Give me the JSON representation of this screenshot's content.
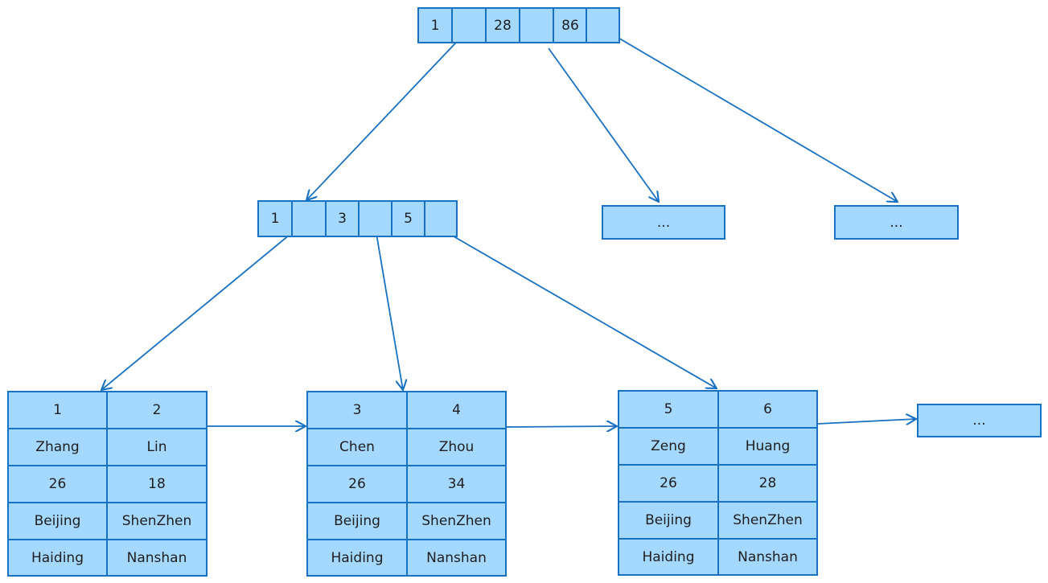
{
  "root": {
    "keys": [
      "1",
      "28",
      "86"
    ]
  },
  "inner": {
    "keys": [
      "1",
      "3",
      "5"
    ]
  },
  "placeholders": {
    "mid1": "...",
    "mid2": "...",
    "leaf_next": "..."
  },
  "leaves": [
    {
      "rows": [
        [
          "1",
          "2"
        ],
        [
          "Zhang",
          "Lin"
        ],
        [
          "26",
          "18"
        ],
        [
          "Beijing",
          "ShenZhen"
        ],
        [
          "Haiding",
          "Nanshan"
        ]
      ]
    },
    {
      "rows": [
        [
          "3",
          "4"
        ],
        [
          "Chen",
          "Zhou"
        ],
        [
          "26",
          "34"
        ],
        [
          "Beijing",
          "ShenZhen"
        ],
        [
          "Haiding",
          "Nanshan"
        ]
      ]
    },
    {
      "rows": [
        [
          "5",
          "6"
        ],
        [
          "Zeng",
          "Huang"
        ],
        [
          "26",
          "28"
        ],
        [
          "Beijing",
          "ShenZhen"
        ],
        [
          "Haiding",
          "Nanshan"
        ]
      ]
    }
  ],
  "colors": {
    "fill": "#a5d8ff",
    "stroke": "#1971c2",
    "arrow": "#1971c2"
  }
}
